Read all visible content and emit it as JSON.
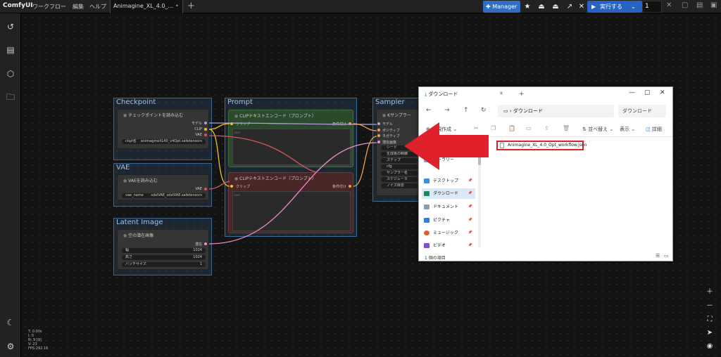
{
  "app": {
    "logo": "ComfyUI",
    "menus": [
      "ワークフロー",
      "編集",
      "ヘルプ"
    ]
  },
  "tab": {
    "title": "Animagine_XL_4.0_...",
    "close": "•"
  },
  "toolbar": {
    "manager": "Manager",
    "run": "実行する",
    "queue_count": "1"
  },
  "stats": [
    "T: 0.00s",
    "I: 0",
    "N: 9 [9]",
    "V: 23",
    "FPS:292.16"
  ],
  "groups": {
    "checkpoint": "Checkpoint",
    "vae": "VAE",
    "latent": "Latent Image",
    "prompt": "Prompt",
    "sampler": "Sampler"
  },
  "nodes": {
    "ckpt": {
      "title": "チェックポイントを読み込む",
      "out_model": "モデル",
      "out_clip": "CLIP",
      "out_vae": "VAE",
      "w_key": "ckpt名",
      "w_val": "animagineXL40_v4Opt.safetensors"
    },
    "vae": {
      "title": "VAEを読み込む",
      "out": "VAE",
      "w_key": "vae_name",
      "w_val": "sdxlVAE_sdxlVAE.safetensors"
    },
    "latent": {
      "title": "空の潜在画像",
      "out": "潜在",
      "w": [
        {
          "k": "幅",
          "v": "1024"
        },
        {
          "k": "高さ",
          "v": "1024"
        },
        {
          "k": "バッチサイズ",
          "v": "1"
        }
      ]
    },
    "clip_pos": {
      "title": "CLIPテキストエンコード（プロンプト）",
      "in": "クリップ",
      "out": "条件付け",
      "ph": "text"
    },
    "clip_neg": {
      "title": "CLIPテキストエンコード（プロンプト）",
      "in": "クリップ",
      "out": "条件付け",
      "ph": "text"
    },
    "ksampler": {
      "title": "Kサンプラー",
      "inputs": [
        "モデル",
        "ポジティブ",
        "ネガティブ",
        "潜在画像"
      ],
      "widgets": [
        "シード",
        "生成後の制御",
        "ステップ",
        "cfg",
        "サンプラー名",
        "スケジューラ",
        "ノイズ除去"
      ]
    }
  },
  "explorer": {
    "tab_title": "ダウンロード",
    "address": "ダウンロード",
    "search": "ダウンロード",
    "new": "新規作成",
    "sort": "並べ替え",
    "view": "表示",
    "details": "詳細",
    "nav_items": [
      "ギャラリー",
      "デスクトップ",
      "ダウンロード",
      "ドキュメント",
      "ピクチャ",
      "ミュージック",
      "ビデオ"
    ],
    "file": "Animagine_XL_4.0_Opt_workflow.json",
    "status": "1 個の項目"
  },
  "colors": {
    "accent": "#2f6ec3",
    "arrow": "#e0202a",
    "group": "#3c6a94",
    "prompt_pos": "#2b4a2b",
    "prompt_neg": "#4a2626"
  }
}
